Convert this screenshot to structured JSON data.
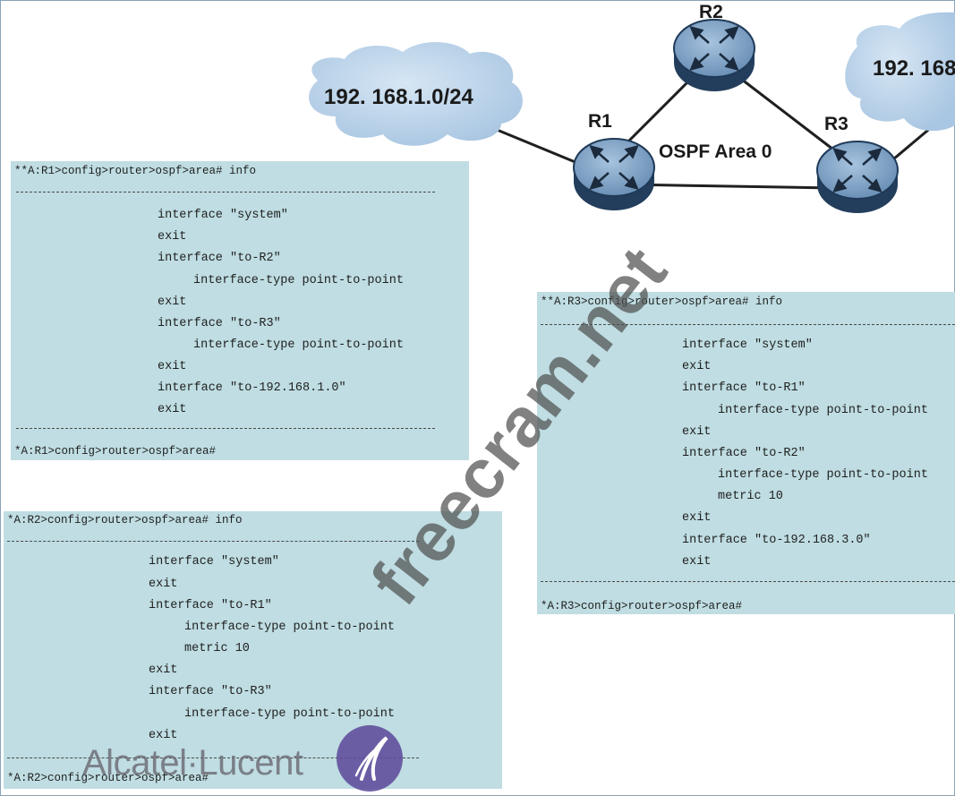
{
  "diagram": {
    "routers": [
      {
        "id": "r1",
        "label": "R1"
      },
      {
        "id": "r2",
        "label": "R2"
      },
      {
        "id": "r3",
        "label": "R3"
      }
    ],
    "clouds": [
      {
        "id": "c1",
        "label": "192. 168.1.0/24"
      },
      {
        "id": "c3",
        "label": "192. 168"
      }
    ],
    "area_label": "OSPF Area 0"
  },
  "r1_box": {
    "header": "**A:R1>config>router>ospf>area# info",
    "lines": [
      {
        "indent": 1,
        "text": "interface \"system\""
      },
      {
        "indent": 1,
        "text": "exit"
      },
      {
        "indent": 1,
        "text": "interface \"to-R2\""
      },
      {
        "indent": 2,
        "text": "interface-type point-to-point"
      },
      {
        "indent": 1,
        "text": "exit"
      },
      {
        "indent": 1,
        "text": "interface \"to-R3\""
      },
      {
        "indent": 2,
        "text": "interface-type point-to-point"
      },
      {
        "indent": 1,
        "text": "exit"
      },
      {
        "indent": 1,
        "text": "interface \"to-192.168.1.0\""
      },
      {
        "indent": 1,
        "text": "exit"
      }
    ],
    "footer": "*A:R1>config>router>ospf>area#"
  },
  "r2_box": {
    "header": "*A:R2>config>router>ospf>area# info",
    "lines": [
      {
        "indent": 1,
        "text": "interface \"system\""
      },
      {
        "indent": 1,
        "text": "exit"
      },
      {
        "indent": 1,
        "text": "interface \"to-R1\""
      },
      {
        "indent": 2,
        "text": "interface-type point-to-point"
      },
      {
        "indent": 2,
        "text": "metric 10"
      },
      {
        "indent": 1,
        "text": "exit"
      },
      {
        "indent": 1,
        "text": "interface \"to-R3\""
      },
      {
        "indent": 2,
        "text": "interface-type point-to-point"
      },
      {
        "indent": 1,
        "text": "exit"
      }
    ],
    "footer": "*A:R2>config>router>ospf>area#"
  },
  "r3_box": {
    "header": "**A:R3>config>router>ospf>area# info",
    "lines": [
      {
        "indent": 1,
        "text": "interface \"system\""
      },
      {
        "indent": 1,
        "text": "exit"
      },
      {
        "indent": 1,
        "text": "interface \"to-R1\""
      },
      {
        "indent": 2,
        "text": "interface-type point-to-point"
      },
      {
        "indent": 1,
        "text": "exit"
      },
      {
        "indent": 1,
        "text": "interface \"to-R2\""
      },
      {
        "indent": 2,
        "text": "interface-type point-to-point"
      },
      {
        "indent": 2,
        "text": "metric 10"
      },
      {
        "indent": 1,
        "text": "exit"
      },
      {
        "indent": 1,
        "text": "interface \"to-192.168.3.0\""
      },
      {
        "indent": 1,
        "text": "exit"
      }
    ],
    "footer": "*A:R3>config>router>ospf>area#"
  },
  "watermark": "freecram.net",
  "logo": {
    "text": "Alcatel·Lucent"
  },
  "colors": {
    "cli_bg": "#bfdde2",
    "router_fill": "#7fa3c8",
    "router_dark": "#1f3a58",
    "cloud_fill": "#b8d2ea"
  }
}
